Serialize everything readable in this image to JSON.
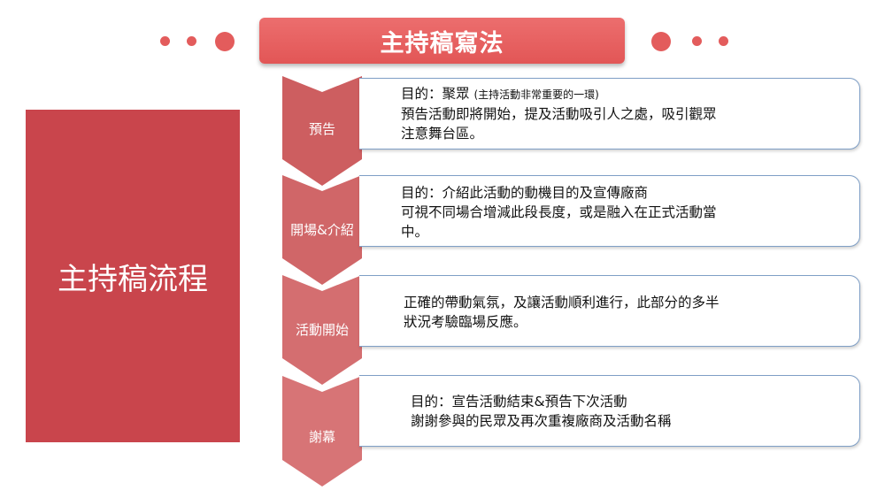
{
  "title": "主持稿寫法",
  "left_label": "主持稿流程",
  "steps": [
    {
      "label": "預告",
      "lines": [
        {
          "main": "目的：聚眾 ",
          "small": "(主持活動非常重要的一環)"
        },
        {
          "main": "預告活動即將開始，提及活動吸引人之處，吸引觀眾"
        },
        {
          "main": "注意舞台區。"
        }
      ]
    },
    {
      "label": "開場&介紹",
      "lines": [
        {
          "main": "目的：介紹此活動的動機目的及宣傳廠商"
        },
        {
          "main": "可視不同場合增減此段長度，或是融入在正式活動當"
        },
        {
          "main": "中。"
        }
      ]
    },
    {
      "label": "活動開始",
      "lines": [
        {
          "main": "正確的帶動氣氛，及讓活動順利進行，此部分的多半"
        },
        {
          "main": "狀況考驗臨場反應。"
        }
      ]
    },
    {
      "label": "謝幕",
      "lines": [
        {
          "main": "目的：宣告活動結束&預告下次活動"
        },
        {
          "main": "謝謝參與的民眾及再次重複廠商及活動名稱"
        }
      ]
    }
  ],
  "colors": {
    "title_bg": "#e86060",
    "left_box": "#c9454c",
    "chevrons": [
      "#cd5e60",
      "#d06668",
      "#d46e70",
      "#d77476"
    ],
    "card_border": "#7f9fc6",
    "dots": "#e35c5c"
  }
}
